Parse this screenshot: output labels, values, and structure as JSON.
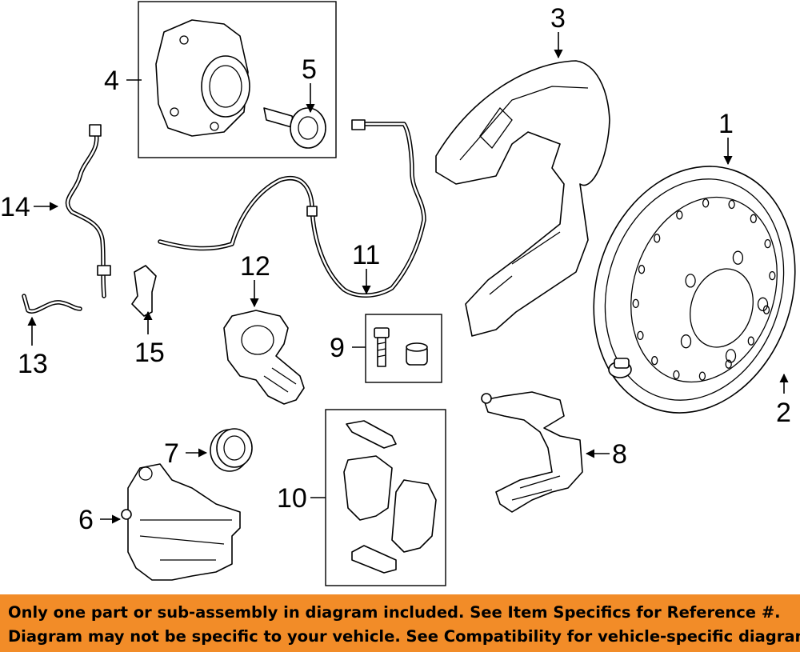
{
  "diagram": {
    "callouts": [
      {
        "id": "1",
        "label": "1"
      },
      {
        "id": "2",
        "label": "2"
      },
      {
        "id": "3",
        "label": "3"
      },
      {
        "id": "4",
        "label": "4"
      },
      {
        "id": "5",
        "label": "5"
      },
      {
        "id": "6",
        "label": "6"
      },
      {
        "id": "7",
        "label": "7"
      },
      {
        "id": "8",
        "label": "8"
      },
      {
        "id": "9",
        "label": "9"
      },
      {
        "id": "10",
        "label": "10"
      },
      {
        "id": "11",
        "label": "11"
      },
      {
        "id": "12",
        "label": "12"
      },
      {
        "id": "13",
        "label": "13"
      },
      {
        "id": "14",
        "label": "14"
      },
      {
        "id": "15",
        "label": "15"
      }
    ]
  },
  "banner": {
    "background": "#f28c28",
    "line1": "Only one part or sub-assembly in diagram included. See Item Specifics for Reference #.",
    "line2": "Diagram may not be specific to your vehicle. See Compatibility for vehicle-specific diagrams."
  }
}
